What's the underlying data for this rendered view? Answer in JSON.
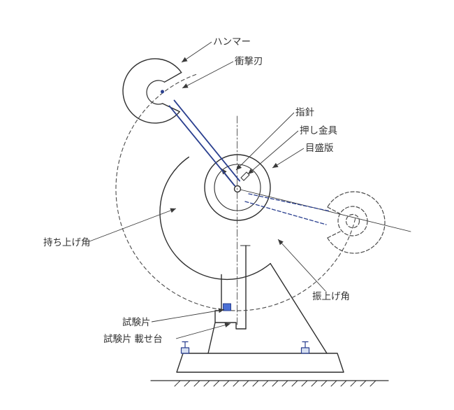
{
  "diagram": {
    "labels": {
      "hammer": "ハンマー",
      "impact_blade": "衝撃刃",
      "pointer": "指針",
      "pusher": "押し金具",
      "scale_plate": "目盛版",
      "lift_angle": "持ち上げ角",
      "swing_angle": "振上げ角",
      "specimen": "試験片",
      "specimen_stand": "試験片 載せ台"
    },
    "colors": {
      "line": "#2e2e2e",
      "blue": "#2a3f8f",
      "specimen_fill": "#4a6fd4",
      "nut_fill": "#d7e0f2",
      "dash": "#4a4a4a",
      "leader": "#3a3a3a",
      "text": "#333333"
    }
  }
}
